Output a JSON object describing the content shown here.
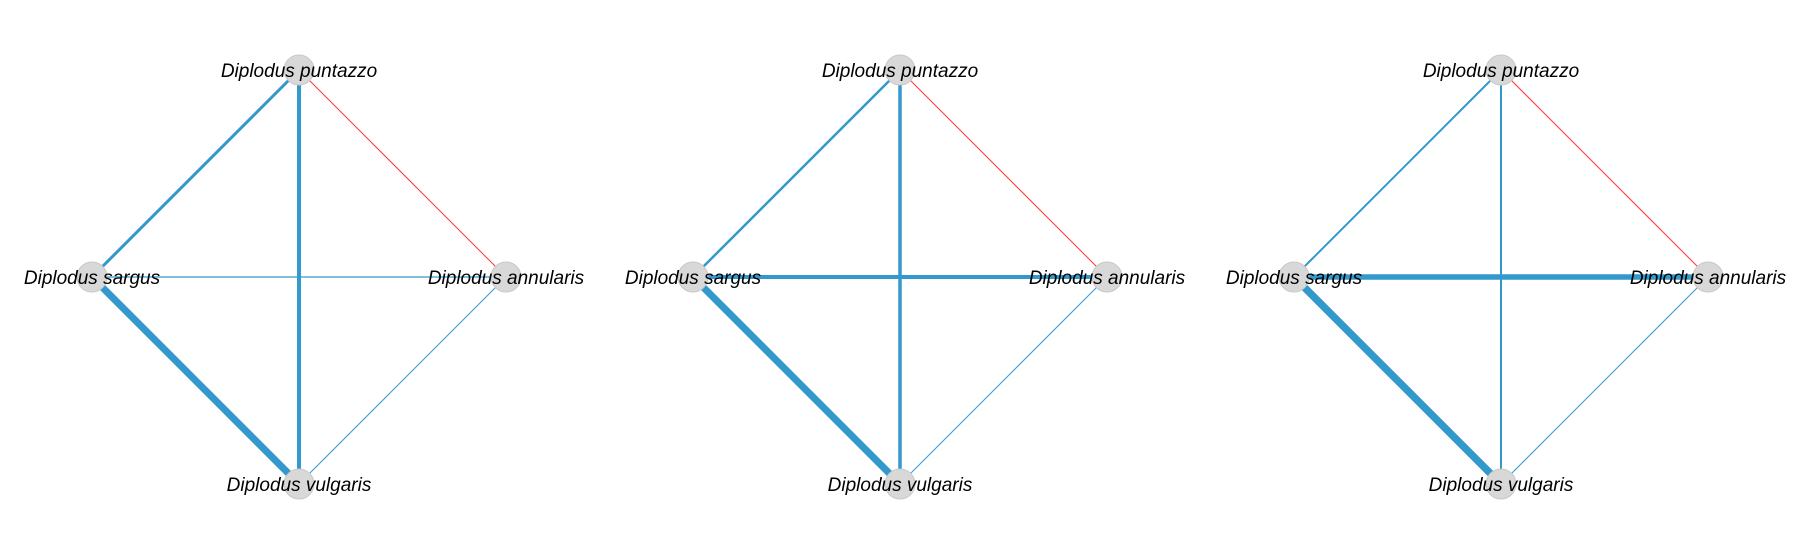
{
  "colors": {
    "positive": "#3399cc",
    "negative": "#ff3333",
    "node_fill": "#d8d8d8",
    "node_stroke": "#c8c8c8"
  },
  "networks": [
    {
      "nodes": [
        {
          "id": "puntazzo",
          "label": "Diplodus puntazzo"
        },
        {
          "id": "sargus",
          "label": "Diplodus sargus"
        },
        {
          "id": "annularis",
          "label": "Diplodus annularis"
        },
        {
          "id": "vulgaris",
          "label": "Diplodus vulgaris"
        }
      ],
      "edges": [
        {
          "from": "puntazzo",
          "to": "sargus",
          "sign": "positive",
          "weight": 3
        },
        {
          "from": "puntazzo",
          "to": "vulgaris",
          "sign": "positive",
          "weight": 4
        },
        {
          "from": "puntazzo",
          "to": "annularis",
          "sign": "negative",
          "weight": 1
        },
        {
          "from": "sargus",
          "to": "annularis",
          "sign": "positive",
          "weight": 1.3
        },
        {
          "from": "sargus",
          "to": "vulgaris",
          "sign": "positive",
          "weight": 7
        },
        {
          "from": "annularis",
          "to": "vulgaris",
          "sign": "positive",
          "weight": 1
        }
      ]
    },
    {
      "nodes": [
        {
          "id": "puntazzo",
          "label": "Diplodus puntazzo"
        },
        {
          "id": "sargus",
          "label": "Diplodus sargus"
        },
        {
          "id": "annularis",
          "label": "Diplodus annularis"
        },
        {
          "id": "vulgaris",
          "label": "Diplodus vulgaris"
        }
      ],
      "edges": [
        {
          "from": "puntazzo",
          "to": "sargus",
          "sign": "positive",
          "weight": 2.5
        },
        {
          "from": "puntazzo",
          "to": "vulgaris",
          "sign": "positive",
          "weight": 3.5
        },
        {
          "from": "puntazzo",
          "to": "annularis",
          "sign": "negative",
          "weight": 1
        },
        {
          "from": "sargus",
          "to": "annularis",
          "sign": "positive",
          "weight": 4
        },
        {
          "from": "sargus",
          "to": "vulgaris",
          "sign": "positive",
          "weight": 7
        },
        {
          "from": "annularis",
          "to": "vulgaris",
          "sign": "positive",
          "weight": 1
        }
      ]
    },
    {
      "nodes": [
        {
          "id": "puntazzo",
          "label": "Diplodus puntazzo"
        },
        {
          "id": "sargus",
          "label": "Diplodus sargus"
        },
        {
          "id": "annularis",
          "label": "Diplodus annularis"
        },
        {
          "id": "vulgaris",
          "label": "Diplodus vulgaris"
        }
      ],
      "edges": [
        {
          "from": "puntazzo",
          "to": "sargus",
          "sign": "positive",
          "weight": 2
        },
        {
          "from": "puntazzo",
          "to": "vulgaris",
          "sign": "positive",
          "weight": 2
        },
        {
          "from": "puntazzo",
          "to": "annularis",
          "sign": "negative",
          "weight": 1
        },
        {
          "from": "sargus",
          "to": "annularis",
          "sign": "positive",
          "weight": 5.5
        },
        {
          "from": "sargus",
          "to": "vulgaris",
          "sign": "positive",
          "weight": 7.5
        },
        {
          "from": "annularis",
          "to": "vulgaris",
          "sign": "positive",
          "weight": 1
        }
      ]
    }
  ]
}
